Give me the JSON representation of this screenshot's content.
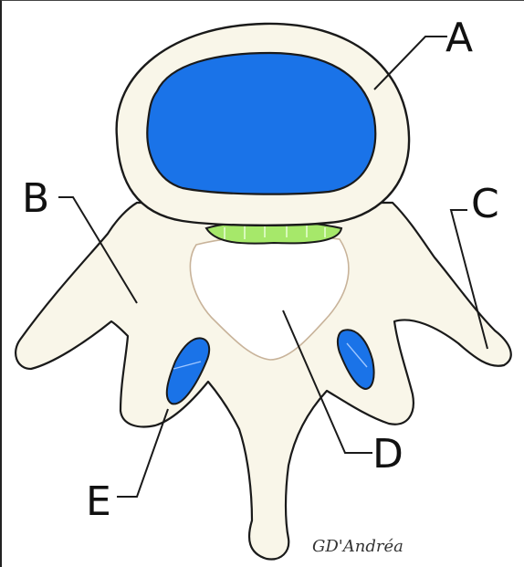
{
  "labels": {
    "a": "A",
    "b": "B",
    "c": "C",
    "d": "D",
    "e": "E"
  },
  "signature": "GD'Andréa",
  "colors": {
    "bone": "#f9f6e9",
    "outline": "#1a1a1a",
    "vertebral_body_fill": "#1a73e8",
    "ligament_green": "#a6e86a",
    "facet_blue": "#1a73e8",
    "background": "#ffffff"
  }
}
